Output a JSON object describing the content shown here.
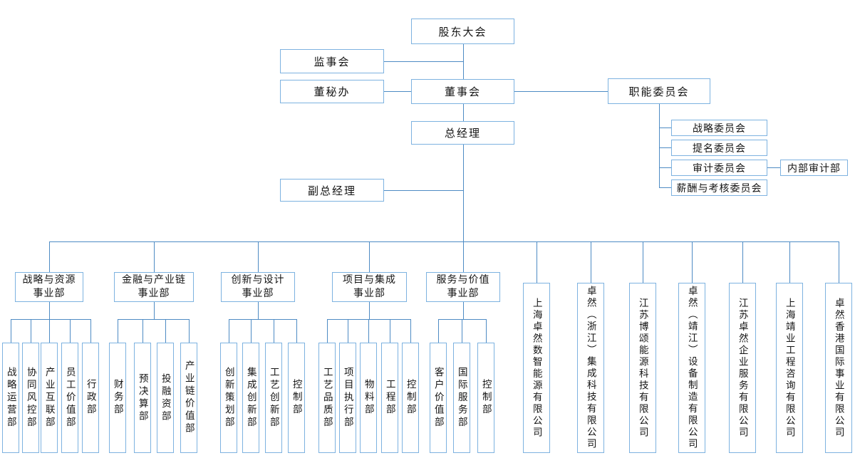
{
  "org": {
    "shareholders": "股东大会",
    "supervisory_board": "监事会",
    "board": "董事会",
    "board_secretary": "董秘办",
    "functional_committees": "职能委员会",
    "general_manager": "总经理",
    "deputy_general_manager": "副总经理",
    "internal_audit_dept": "内部审计部"
  },
  "committees": [
    "战略委员会",
    "提名委员会",
    "审计委员会",
    "薪酬与考核委员会"
  ],
  "divisions": [
    {
      "name_top": "战略与资源",
      "name_bottom": "事业部",
      "departments": [
        "战略运营部",
        "协同风控部",
        "产业互联部",
        "员工价值部",
        "行政部"
      ]
    },
    {
      "name_top": "金融与产业链",
      "name_bottom": "事业部",
      "departments": [
        "财务部",
        "预决算部",
        "投融资部",
        "产业链价值部"
      ]
    },
    {
      "name_top": "创新与设计",
      "name_bottom": "事业部",
      "departments": [
        "创新策划部",
        "集成创新部",
        "工艺创新部",
        "控制部"
      ]
    },
    {
      "name_top": "项目与集成",
      "name_bottom": "事业部",
      "departments": [
        "工艺品质部",
        "项目执行部",
        "物料部",
        "工程部",
        "控制部"
      ]
    },
    {
      "name_top": "服务与价值",
      "name_bottom": "事业部",
      "departments": [
        "客户价值部",
        "国际服务部",
        "控制部"
      ]
    }
  ],
  "subsidiaries": [
    "上海卓然数智能源有限公司",
    "卓然（浙江）集成科技有限公司",
    "江苏博颂能源科技有限公司",
    "卓然（靖江）设备制造有限公司",
    "江苏卓然企业服务有限公司",
    "上海靖业工程咨询有限公司",
    "卓然香港国际事业有限公司"
  ],
  "colors": {
    "box_border": "#7db2e0",
    "connector": "#4e8bc4",
    "text": "#141414"
  }
}
